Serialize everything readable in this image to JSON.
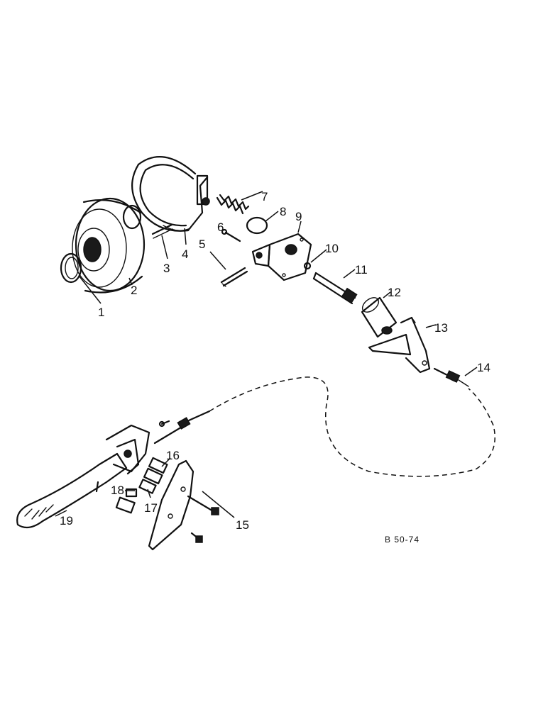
{
  "callouts": [
    {
      "id": "1",
      "text": "1"
    },
    {
      "id": "2",
      "text": "2"
    },
    {
      "id": "3",
      "text": "3"
    },
    {
      "id": "4",
      "text": "4"
    },
    {
      "id": "5",
      "text": "5"
    },
    {
      "id": "6",
      "text": "6"
    },
    {
      "id": "7",
      "text": "7"
    },
    {
      "id": "8",
      "text": "8"
    },
    {
      "id": "9",
      "text": "9"
    },
    {
      "id": "10",
      "text": "10"
    },
    {
      "id": "11",
      "text": "11"
    },
    {
      "id": "12",
      "text": "12"
    },
    {
      "id": "13",
      "text": "13"
    },
    {
      "id": "14",
      "text": "14"
    },
    {
      "id": "15",
      "text": "15"
    },
    {
      "id": "16",
      "text": "16"
    },
    {
      "id": "17",
      "text": "17"
    },
    {
      "id": "18",
      "text": "18"
    },
    {
      "id": "19",
      "text": "19"
    }
  ],
  "reference_code": "B 50-74",
  "colors": {
    "ink": "#111111",
    "paper": "#ffffff"
  }
}
